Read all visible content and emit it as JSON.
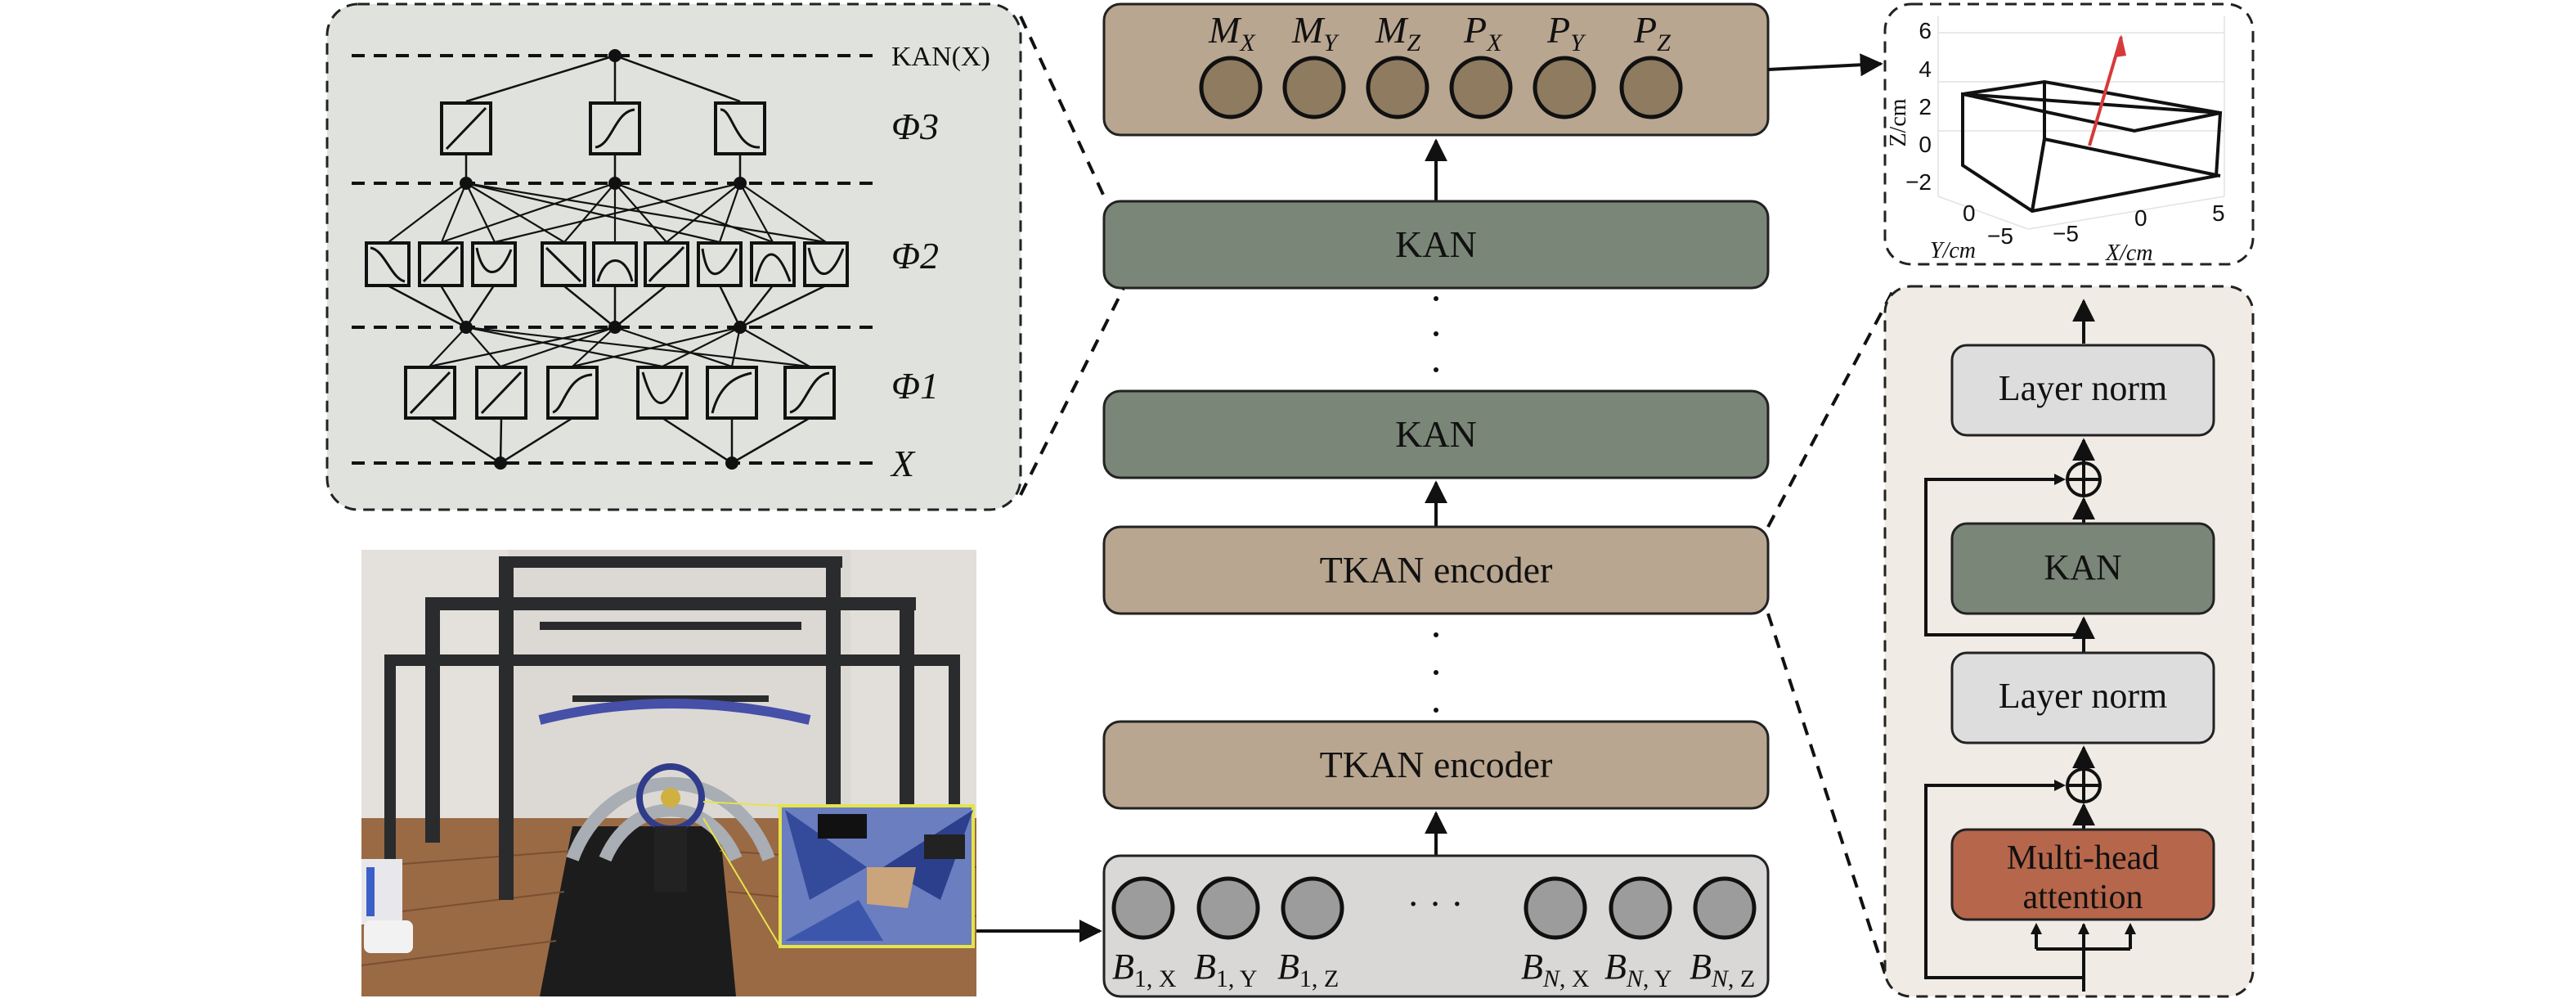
{
  "kan_detail": {
    "kan_x_label": "KAN(X)",
    "phi3": "Φ3",
    "phi2": "Φ2",
    "phi1": "Φ1",
    "x_label": "X"
  },
  "outputs": [
    "MX",
    "MY",
    "MZ",
    "PX",
    "PY",
    "PZ"
  ],
  "center_stack": {
    "kan_top": "KAN",
    "kan_mid": "KAN",
    "tkan_top": "TKAN encoder",
    "tkan_bottom": "TKAN encoder"
  },
  "inputs": {
    "left": [
      "B1, X",
      "B1, Y",
      "B1, Z"
    ],
    "ellipsis": "· · ·",
    "right": [
      "BN, X",
      "BN, Y",
      "BN, Z"
    ]
  },
  "plot3d": {
    "zlabel": "Z/cm",
    "ylabel": "Y/cm",
    "xlabel": "X/cm",
    "zticks": [
      "6",
      "4",
      "2",
      "0",
      "−2"
    ],
    "yticks": [
      "0",
      "−5"
    ],
    "xticks": [
      "−5",
      "0",
      "5"
    ]
  },
  "encoder_detail": {
    "layer_norm_top": "Layer norm",
    "kan": "KAN",
    "layer_norm_bottom": "Layer norm",
    "mha_line1": "Multi-head",
    "mha_line2": "attention"
  },
  "colors": {
    "kan_green": "#7a8677",
    "tkan_tan": "#b9a690",
    "attention_brown": "#b6664b",
    "panel_bg": "#dfe2dd",
    "encoder_panel_bg": "#f0ebe5",
    "vector_red": "#d63a3a"
  }
}
